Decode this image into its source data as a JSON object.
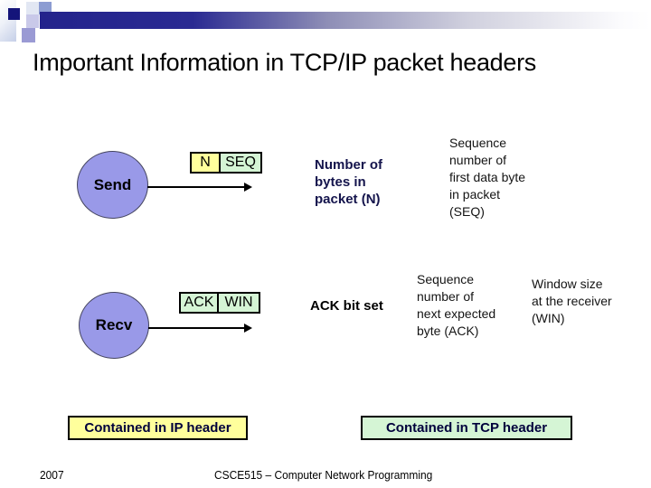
{
  "colors": {
    "circle_fill": "#9999e8",
    "yellow_field": "#ffff9c",
    "green_field": "#d5f5d5"
  },
  "title": "Important Information in TCP/IP packet headers",
  "send_row": {
    "node": "Send",
    "packet_fields": [
      {
        "label": "N"
      },
      {
        "label": "SEQ"
      }
    ],
    "note_n": "Number of\nbytes in\npacket (N)",
    "note_seq": "Sequence\nnumber of\nfirst data byte\nin packet\n(SEQ)"
  },
  "recv_row": {
    "node": "Recv",
    "packet_fields": [
      {
        "label": "ACK"
      },
      {
        "label": "WIN"
      }
    ],
    "note_ack_bit": "ACK bit set",
    "note_ack": "Sequence\nnumber of\nnext expected\nbyte (ACK)",
    "note_win": "Window size\nat the receiver\n(WIN)"
  },
  "legend": {
    "ip": "Contained in IP header",
    "tcp": "Contained in TCP header"
  },
  "footer": {
    "year": "2007",
    "course": "CSCE515 – Computer Network Programming"
  }
}
